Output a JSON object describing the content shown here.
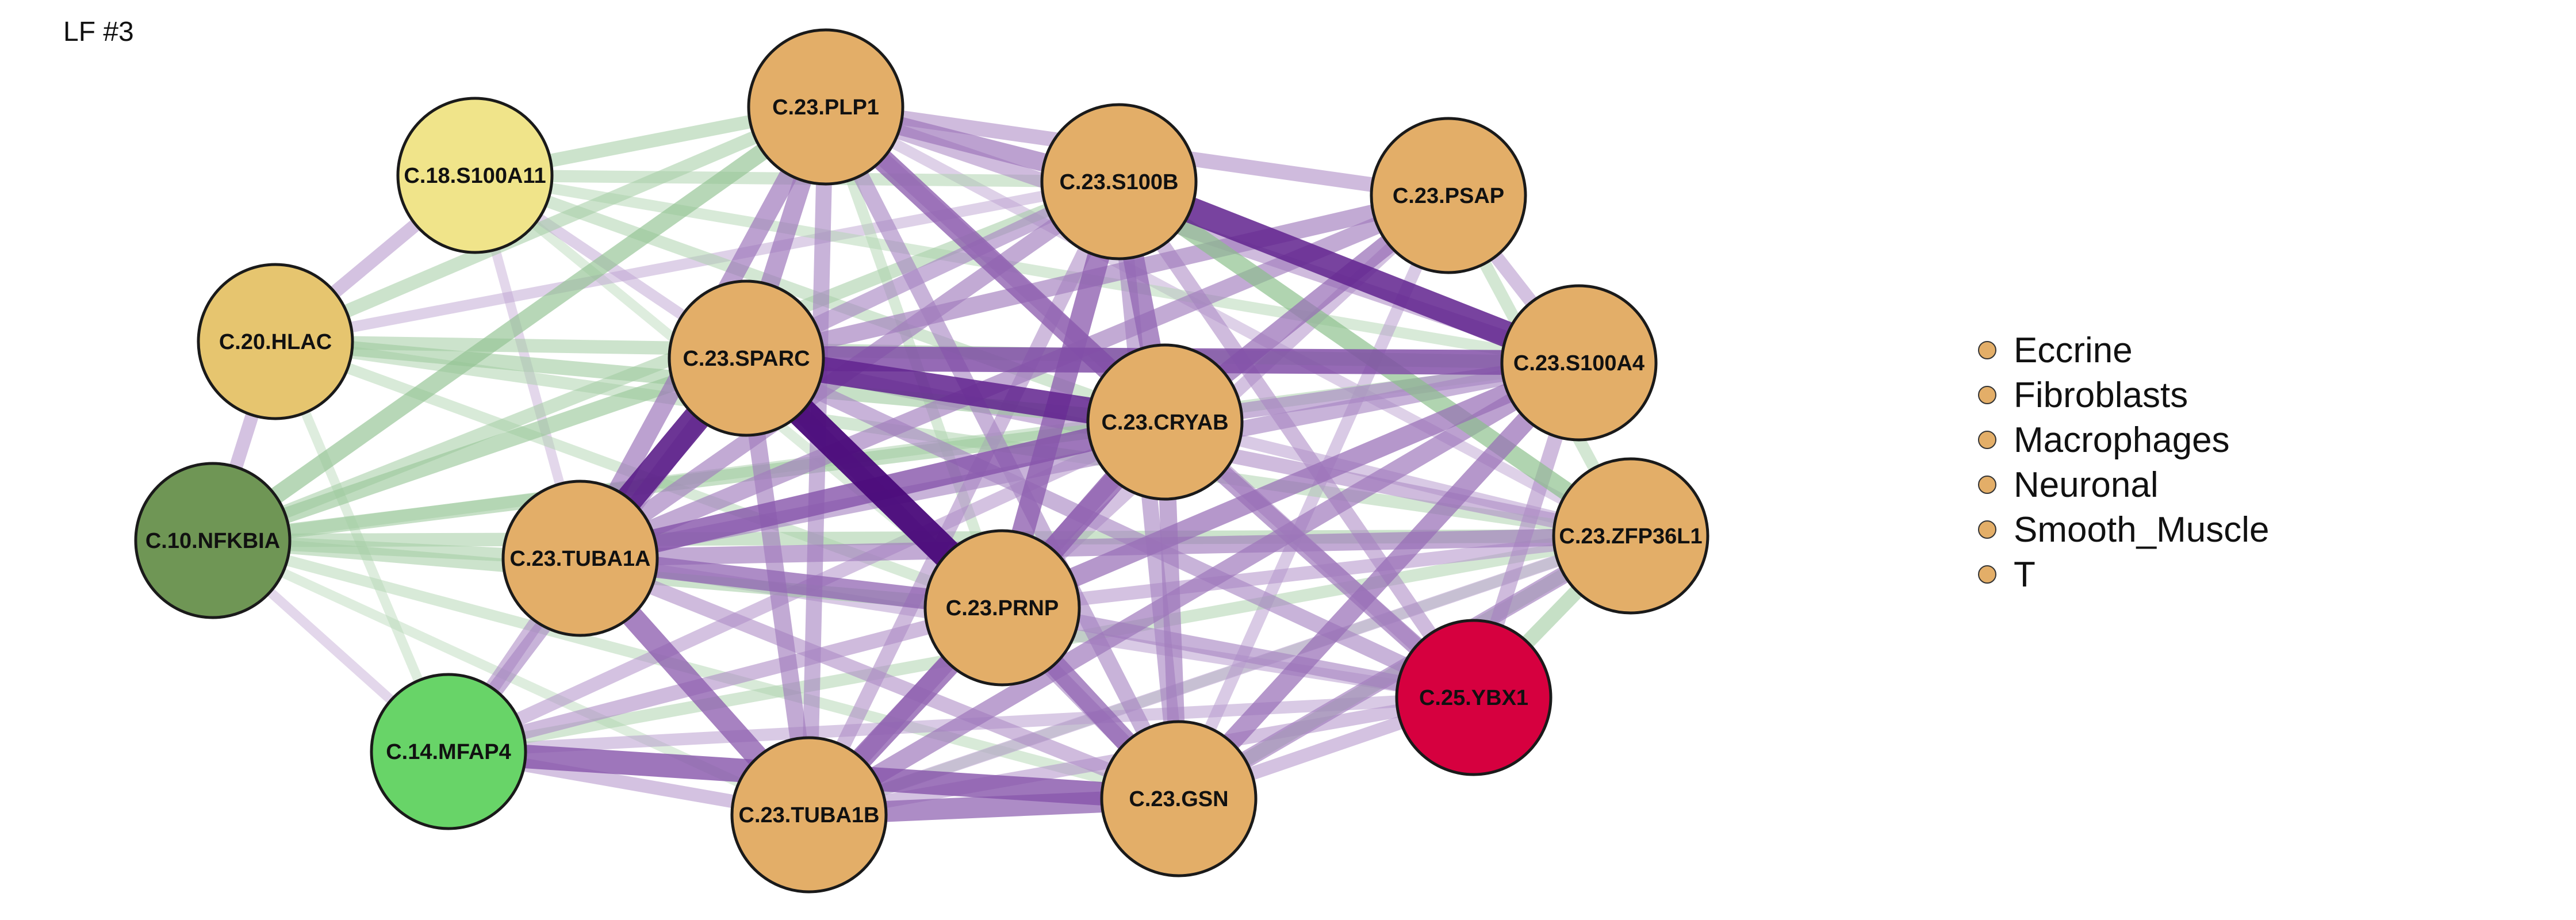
{
  "title": "LF #3",
  "legend": {
    "items": [
      {
        "label": "Eccrine",
        "color": "#E3AE68"
      },
      {
        "label": "Fibroblasts",
        "color": "#E3AE68"
      },
      {
        "label": "Macrophages",
        "color": "#E3AE68"
      },
      {
        "label": "Neuronal",
        "color": "#E3AE68"
      },
      {
        "label": "Smooth_Muscle",
        "color": "#E3AE68"
      },
      {
        "label": "T",
        "color": "#E3AE68"
      }
    ]
  },
  "colors": {
    "positive_edge": "#6A2D96",
    "negative_edge": "#4E9E4E",
    "node_outline": "#1a1a1a"
  },
  "nodes": [
    {
      "id": "C.23.PLP1",
      "label": "C.23.PLP1",
      "color": "#E3AE68"
    },
    {
      "id": "C.18.S100A11",
      "label": "C.18.S100A11",
      "color": "#F0E48A"
    },
    {
      "id": "C.23.S100B",
      "label": "C.23.S100B",
      "color": "#E3AE68"
    },
    {
      "id": "C.23.PSAP",
      "label": "C.23.PSAP",
      "color": "#E3AE68"
    },
    {
      "id": "C.20.HLAC",
      "label": "C.20.HLAC",
      "color": "#E6C56F"
    },
    {
      "id": "C.23.SPARC",
      "label": "C.23.SPARC",
      "color": "#E3AE68"
    },
    {
      "id": "C.23.S100A4",
      "label": "C.23.S100A4",
      "color": "#E3AE68"
    },
    {
      "id": "C.23.CRYAB",
      "label": "C.23.CRYAB",
      "color": "#E3AE68"
    },
    {
      "id": "C.10.NFKBIA",
      "label": "C.10.NFKBIA",
      "color": "#6F9655"
    },
    {
      "id": "C.23.ZFP36L1",
      "label": "C.23.ZFP36L1",
      "color": "#E3AE68"
    },
    {
      "id": "C.23.TUBA1A",
      "label": "C.23.TUBA1A",
      "color": "#E3AE68"
    },
    {
      "id": "C.23.PRNP",
      "label": "C.23.PRNP",
      "color": "#E3AE68"
    },
    {
      "id": "C.25.YBX1",
      "label": "C.25.YBX1",
      "color": "#D6003F"
    },
    {
      "id": "C.14.MFAP4",
      "label": "C.14.MFAP4",
      "color": "#68D468"
    },
    {
      "id": "C.23.TUBA1B",
      "label": "C.23.TUBA1B",
      "color": "#E3AE68"
    },
    {
      "id": "C.23.GSN",
      "label": "C.23.GSN",
      "color": "#E3AE68"
    }
  ],
  "edges": [
    {
      "source": "C.23.SPARC",
      "target": "C.23.PRNP",
      "sign": "positive",
      "weight": 1.0
    },
    {
      "source": "C.23.SPARC",
      "target": "C.23.TUBA1A",
      "sign": "positive",
      "weight": 0.9
    },
    {
      "source": "C.23.SPARC",
      "target": "C.23.CRYAB",
      "sign": "positive",
      "weight": 0.85
    },
    {
      "source": "C.23.S100B",
      "target": "C.23.S100A4",
      "sign": "positive",
      "weight": 0.85
    },
    {
      "source": "C.23.SPARC",
      "target": "C.23.S100A4",
      "sign": "positive",
      "weight": 0.8
    },
    {
      "source": "C.23.TUBA1A",
      "target": "C.23.CRYAB",
      "sign": "positive",
      "weight": 0.75
    },
    {
      "source": "C.14.MFAP4",
      "target": "C.23.GSN",
      "sign": "positive",
      "weight": 0.75
    },
    {
      "source": "C.23.PRNP",
      "target": "C.23.TUBA1B",
      "sign": "positive",
      "weight": 0.7
    },
    {
      "source": "C.23.TUBA1A",
      "target": "C.23.TUBA1B",
      "sign": "positive",
      "weight": 0.7
    },
    {
      "source": "C.23.PLP1",
      "target": "C.23.CRYAB",
      "sign": "positive",
      "weight": 0.7
    },
    {
      "source": "C.23.S100B",
      "target": "C.23.PRNP",
      "sign": "positive",
      "weight": 0.7
    },
    {
      "source": "C.23.CRYAB",
      "target": "C.23.PRNP",
      "sign": "positive",
      "weight": 0.7
    },
    {
      "source": "C.23.TUBA1A",
      "target": "C.23.PRNP",
      "sign": "positive",
      "weight": 0.65
    },
    {
      "source": "C.23.PRNP",
      "target": "C.23.GSN",
      "sign": "positive",
      "weight": 0.65
    },
    {
      "source": "C.23.TUBA1B",
      "target": "C.23.GSN",
      "sign": "positive",
      "weight": 0.65
    },
    {
      "source": "C.23.S100B",
      "target": "C.23.CRYAB",
      "sign": "positive",
      "weight": 0.65
    },
    {
      "source": "C.23.PSAP",
      "target": "C.23.CRYAB",
      "sign": "positive",
      "weight": 0.6
    },
    {
      "source": "C.23.S100A4",
      "target": "C.23.PRNP",
      "sign": "positive",
      "weight": 0.6
    },
    {
      "source": "C.23.S100A4",
      "target": "C.23.GSN",
      "sign": "positive",
      "weight": 0.6
    },
    {
      "source": "C.23.S100A4",
      "target": "C.23.TUBA1B",
      "sign": "positive",
      "weight": 0.55
    },
    {
      "source": "C.23.PLP1",
      "target": "C.23.SPARC",
      "sign": "positive",
      "weight": 0.55
    },
    {
      "source": "C.23.PLP1",
      "target": "C.23.S100B",
      "sign": "positive",
      "weight": 0.55
    },
    {
      "source": "C.23.PLP1",
      "target": "C.23.TUBA1A",
      "sign": "positive",
      "weight": 0.55
    },
    {
      "source": "C.23.CRYAB",
      "target": "C.25.YBX1",
      "sign": "positive",
      "weight": 0.55
    },
    {
      "source": "C.23.PSAP",
      "target": "C.23.SPARC",
      "sign": "positive",
      "weight": 0.5
    },
    {
      "source": "C.23.PSAP",
      "target": "C.23.TUBA1A",
      "sign": "positive",
      "weight": 0.5
    },
    {
      "source": "C.23.ZFP36L1",
      "target": "C.23.TUBA1A",
      "sign": "positive",
      "weight": 0.5
    },
    {
      "source": "C.23.ZFP36L1",
      "target": "C.23.GSN",
      "sign": "positive",
      "weight": 0.5
    },
    {
      "source": "C.23.SPARC",
      "target": "C.23.TUBA1B",
      "sign": "positive",
      "weight": 0.5
    },
    {
      "source": "C.23.CRYAB",
      "target": "C.23.TUBA1B",
      "sign": "positive",
      "weight": 0.5
    },
    {
      "source": "C.23.CRYAB",
      "target": "C.23.GSN",
      "sign": "positive",
      "weight": 0.5
    },
    {
      "source": "C.23.S100B",
      "target": "C.23.TUBA1A",
      "sign": "positive",
      "weight": 0.5
    },
    {
      "source": "C.23.S100B",
      "target": "C.23.GSN",
      "sign": "positive",
      "weight": 0.45
    },
    {
      "source": "C.23.PLP1",
      "target": "C.23.GSN",
      "sign": "positive",
      "weight": 0.45
    },
    {
      "source": "C.23.PLP1",
      "target": "C.23.TUBA1B",
      "sign": "positive",
      "weight": 0.45
    },
    {
      "source": "C.23.PLP1",
      "target": "C.23.PSAP",
      "sign": "positive",
      "weight": 0.4
    },
    {
      "source": "C.23.PLP1",
      "target": "C.23.S100A4",
      "sign": "positive",
      "weight": 0.4
    },
    {
      "source": "C.23.PLP1",
      "target": "C.25.YBX1",
      "sign": "positive",
      "weight": 0.4
    },
    {
      "source": "C.23.SPARC",
      "target": "C.25.YBX1",
      "sign": "positive",
      "weight": 0.45
    },
    {
      "source": "C.23.SPARC",
      "target": "C.23.GSN",
      "sign": "positive",
      "weight": 0.45
    },
    {
      "source": "C.23.SPARC",
      "target": "C.23.ZFP36L1",
      "sign": "positive",
      "weight": 0.4
    },
    {
      "source": "C.23.S100B",
      "target": "C.23.SPARC",
      "sign": "positive",
      "weight": 0.45
    },
    {
      "source": "C.23.S100B",
      "target": "C.23.TUBA1B",
      "sign": "positive",
      "weight": 0.4
    },
    {
      "source": "C.23.S100B",
      "target": "C.25.YBX1",
      "sign": "positive",
      "weight": 0.4
    },
    {
      "source": "C.23.S100A4",
      "target": "C.23.TUBA1A",
      "sign": "positive",
      "weight": 0.45
    },
    {
      "source": "C.23.S100A4",
      "target": "C.23.CRYAB",
      "sign": "positive",
      "weight": 0.45
    },
    {
      "source": "C.23.S100A4",
      "target": "C.25.YBX1",
      "sign": "positive",
      "weight": 0.4
    },
    {
      "source": "C.23.PRNP",
      "target": "C.25.YBX1",
      "sign": "positive",
      "weight": 0.45
    },
    {
      "source": "C.23.PRNP",
      "target": "C.23.ZFP36L1",
      "sign": "positive",
      "weight": 0.35
    },
    {
      "source": "C.23.PRNP",
      "target": "C.23.PSAP",
      "sign": "positive",
      "weight": 0.35
    },
    {
      "source": "C.23.TUBA1A",
      "target": "C.23.GSN",
      "sign": "positive",
      "weight": 0.4
    },
    {
      "source": "C.23.TUBA1A",
      "target": "C.25.YBX1",
      "sign": "positive",
      "weight": 0.3
    },
    {
      "source": "C.23.TUBA1B",
      "target": "C.25.YBX1",
      "sign": "positive",
      "weight": 0.35
    },
    {
      "source": "C.23.GSN",
      "target": "C.25.YBX1",
      "sign": "positive",
      "weight": 0.35
    },
    {
      "source": "C.14.MFAP4",
      "target": "C.23.SPARC",
      "sign": "positive",
      "weight": 0.45
    },
    {
      "source": "C.14.MFAP4",
      "target": "C.23.PRNP",
      "sign": "positive",
      "weight": 0.4
    },
    {
      "source": "C.14.MFAP4",
      "target": "C.23.TUBA1A",
      "sign": "positive",
      "weight": 0.4
    },
    {
      "source": "C.14.MFAP4",
      "target": "C.23.CRYAB",
      "sign": "positive",
      "weight": 0.35
    },
    {
      "source": "C.14.MFAP4",
      "target": "C.25.YBX1",
      "sign": "positive",
      "weight": 0.3
    },
    {
      "source": "C.14.MFAP4",
      "target": "C.23.TUBA1B",
      "sign": "positive",
      "weight": 0.35
    },
    {
      "source": "C.18.S100A11",
      "target": "C.20.HLAC",
      "sign": "positive",
      "weight": 0.35
    },
    {
      "source": "C.18.S100A11",
      "target": "C.23.SPARC",
      "sign": "positive",
      "weight": 0.25
    },
    {
      "source": "C.18.S100A11",
      "target": "C.23.TUBA1A",
      "sign": "positive",
      "weight": 0.2
    },
    {
      "source": "C.20.HLAC",
      "target": "C.10.NFKBIA",
      "sign": "positive",
      "weight": 0.35
    },
    {
      "source": "C.20.HLAC",
      "target": "C.23.S100B",
      "sign": "positive",
      "weight": 0.25
    },
    {
      "source": "C.10.NFKBIA",
      "target": "C.14.MFAP4",
      "sign": "positive",
      "weight": 0.2
    },
    {
      "source": "C.23.PSAP",
      "target": "C.23.S100A4",
      "sign": "positive",
      "weight": 0.35
    },
    {
      "source": "C.23.PSAP",
      "target": "C.23.GSN",
      "sign": "positive",
      "weight": 0.3
    },
    {
      "source": "C.23.ZFP36L1",
      "target": "C.23.TUBA1B",
      "sign": "positive",
      "weight": 0.3
    },
    {
      "source": "C.23.ZFP36L1",
      "target": "C.23.CRYAB",
      "sign": "positive",
      "weight": 0.3
    },
    {
      "source": "C.23.ZFP36L1",
      "target": "C.23.PLP1",
      "sign": "positive",
      "weight": 0.25
    },
    {
      "source": "C.23.S100B",
      "target": "C.23.ZFP36L1",
      "sign": "negative",
      "weight": 0.55
    },
    {
      "source": "C.10.NFKBIA",
      "target": "C.23.PLP1",
      "sign": "negative",
      "weight": 0.5
    },
    {
      "source": "C.10.NFKBIA",
      "target": "C.23.SPARC",
      "sign": "negative",
      "weight": 0.45
    },
    {
      "source": "C.10.NFKBIA",
      "target": "C.23.CRYAB",
      "sign": "negative",
      "weight": 0.4
    },
    {
      "source": "C.10.NFKBIA",
      "target": "C.23.PRNP",
      "sign": "negative",
      "weight": 0.35
    },
    {
      "source": "C.10.NFKBIA",
      "target": "C.23.S100B",
      "sign": "negative",
      "weight": 0.35
    },
    {
      "source": "C.10.NFKBIA",
      "target": "C.23.TUBA1A",
      "sign": "negative",
      "weight": 0.35
    },
    {
      "source": "C.10.NFKBIA",
      "target": "C.23.ZFP36L1",
      "sign": "negative",
      "weight": 0.35
    },
    {
      "source": "C.10.NFKBIA",
      "target": "C.23.S100A4",
      "sign": "negative",
      "weight": 0.3
    },
    {
      "source": "C.10.NFKBIA",
      "target": "C.23.GSN",
      "sign": "negative",
      "weight": 0.25
    },
    {
      "source": "C.10.NFKBIA",
      "target": "C.23.TUBA1B",
      "sign": "negative",
      "weight": 0.2
    },
    {
      "source": "C.20.HLAC",
      "target": "C.23.CRYAB",
      "sign": "negative",
      "weight": 0.4
    },
    {
      "source": "C.20.HLAC",
      "target": "C.23.S100A4",
      "sign": "negative",
      "weight": 0.35
    },
    {
      "source": "C.20.HLAC",
      "target": "C.23.PLP1",
      "sign": "negative",
      "weight": 0.35
    },
    {
      "source": "C.20.HLAC",
      "target": "C.23.ZFP36L1",
      "sign": "negative",
      "weight": 0.3
    },
    {
      "source": "C.20.HLAC",
      "target": "C.23.PRNP",
      "sign": "negative",
      "weight": 0.25
    },
    {
      "source": "C.20.HLAC",
      "target": "C.14.MFAP4",
      "sign": "negative",
      "weight": 0.2
    },
    {
      "source": "C.18.S100A11",
      "target": "C.23.PLP1",
      "sign": "negative",
      "weight": 0.35
    },
    {
      "source": "C.18.S100A11",
      "target": "C.23.S100B",
      "sign": "negative",
      "weight": 0.3
    },
    {
      "source": "C.18.S100A11",
      "target": "C.23.CRYAB",
      "sign": "negative",
      "weight": 0.3
    },
    {
      "source": "C.18.S100A11",
      "target": "C.23.S100A4",
      "sign": "negative",
      "weight": 0.25
    },
    {
      "source": "C.18.S100A11",
      "target": "C.23.PRNP",
      "sign": "negative",
      "weight": 0.2
    },
    {
      "source": "C.25.YBX1",
      "target": "C.23.ZFP36L1",
      "sign": "negative",
      "weight": 0.4
    },
    {
      "source": "C.23.GSN",
      "target": "C.23.ZFP36L1",
      "sign": "negative",
      "weight": 0.35
    },
    {
      "source": "C.14.MFAP4",
      "target": "C.23.ZFP36L1",
      "sign": "negative",
      "weight": 0.3
    },
    {
      "source": "C.23.TUBA1B",
      "target": "C.23.ZFP36L1",
      "sign": "negative",
      "weight": 0.25
    },
    {
      "source": "C.23.PSAP",
      "target": "C.23.ZFP36L1",
      "sign": "negative",
      "weight": 0.3
    },
    {
      "source": "C.23.PLP1",
      "target": "C.23.PRNP",
      "sign": "negative",
      "weight": 0.25
    }
  ]
}
